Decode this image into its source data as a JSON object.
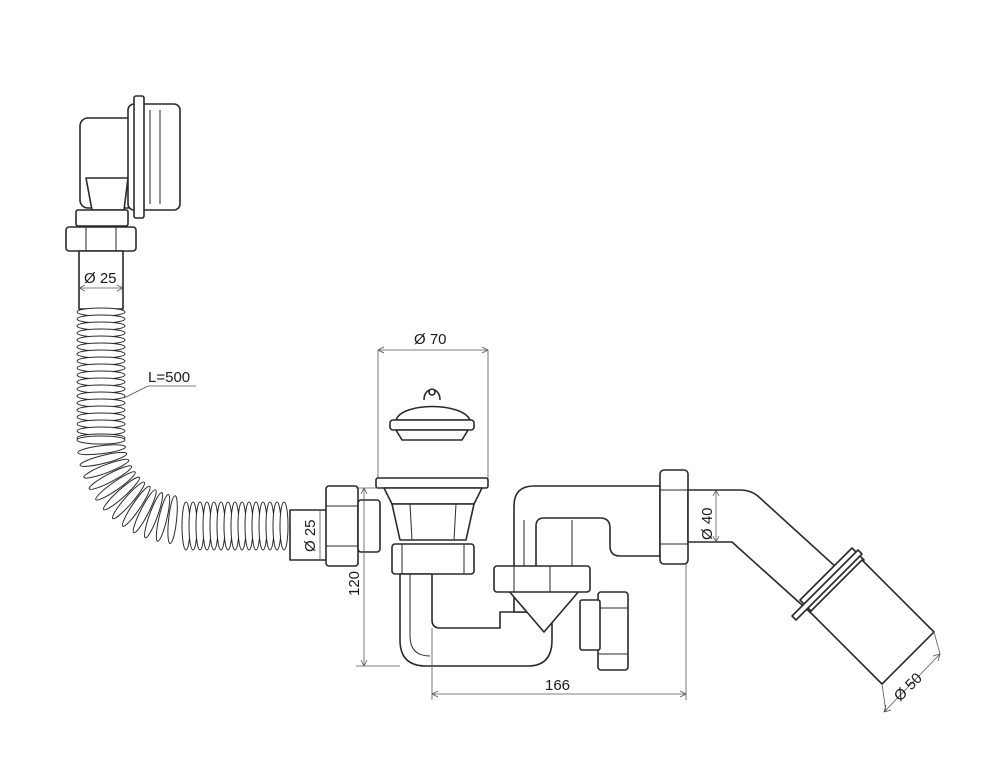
{
  "colors": {
    "line": "#2a2a2a",
    "dimension": "#555555",
    "background": "#ffffff"
  },
  "dimensions": {
    "overflow_pipe_diameter": "Ø 25",
    "hose_length": "L=500",
    "strainer_diameter": "Ø 70",
    "inlet_diameter": "Ø 25",
    "height": "120",
    "outlet_diameter": "Ø 40",
    "spacing": "166",
    "outlet_end_diameter": "Ø 50"
  }
}
